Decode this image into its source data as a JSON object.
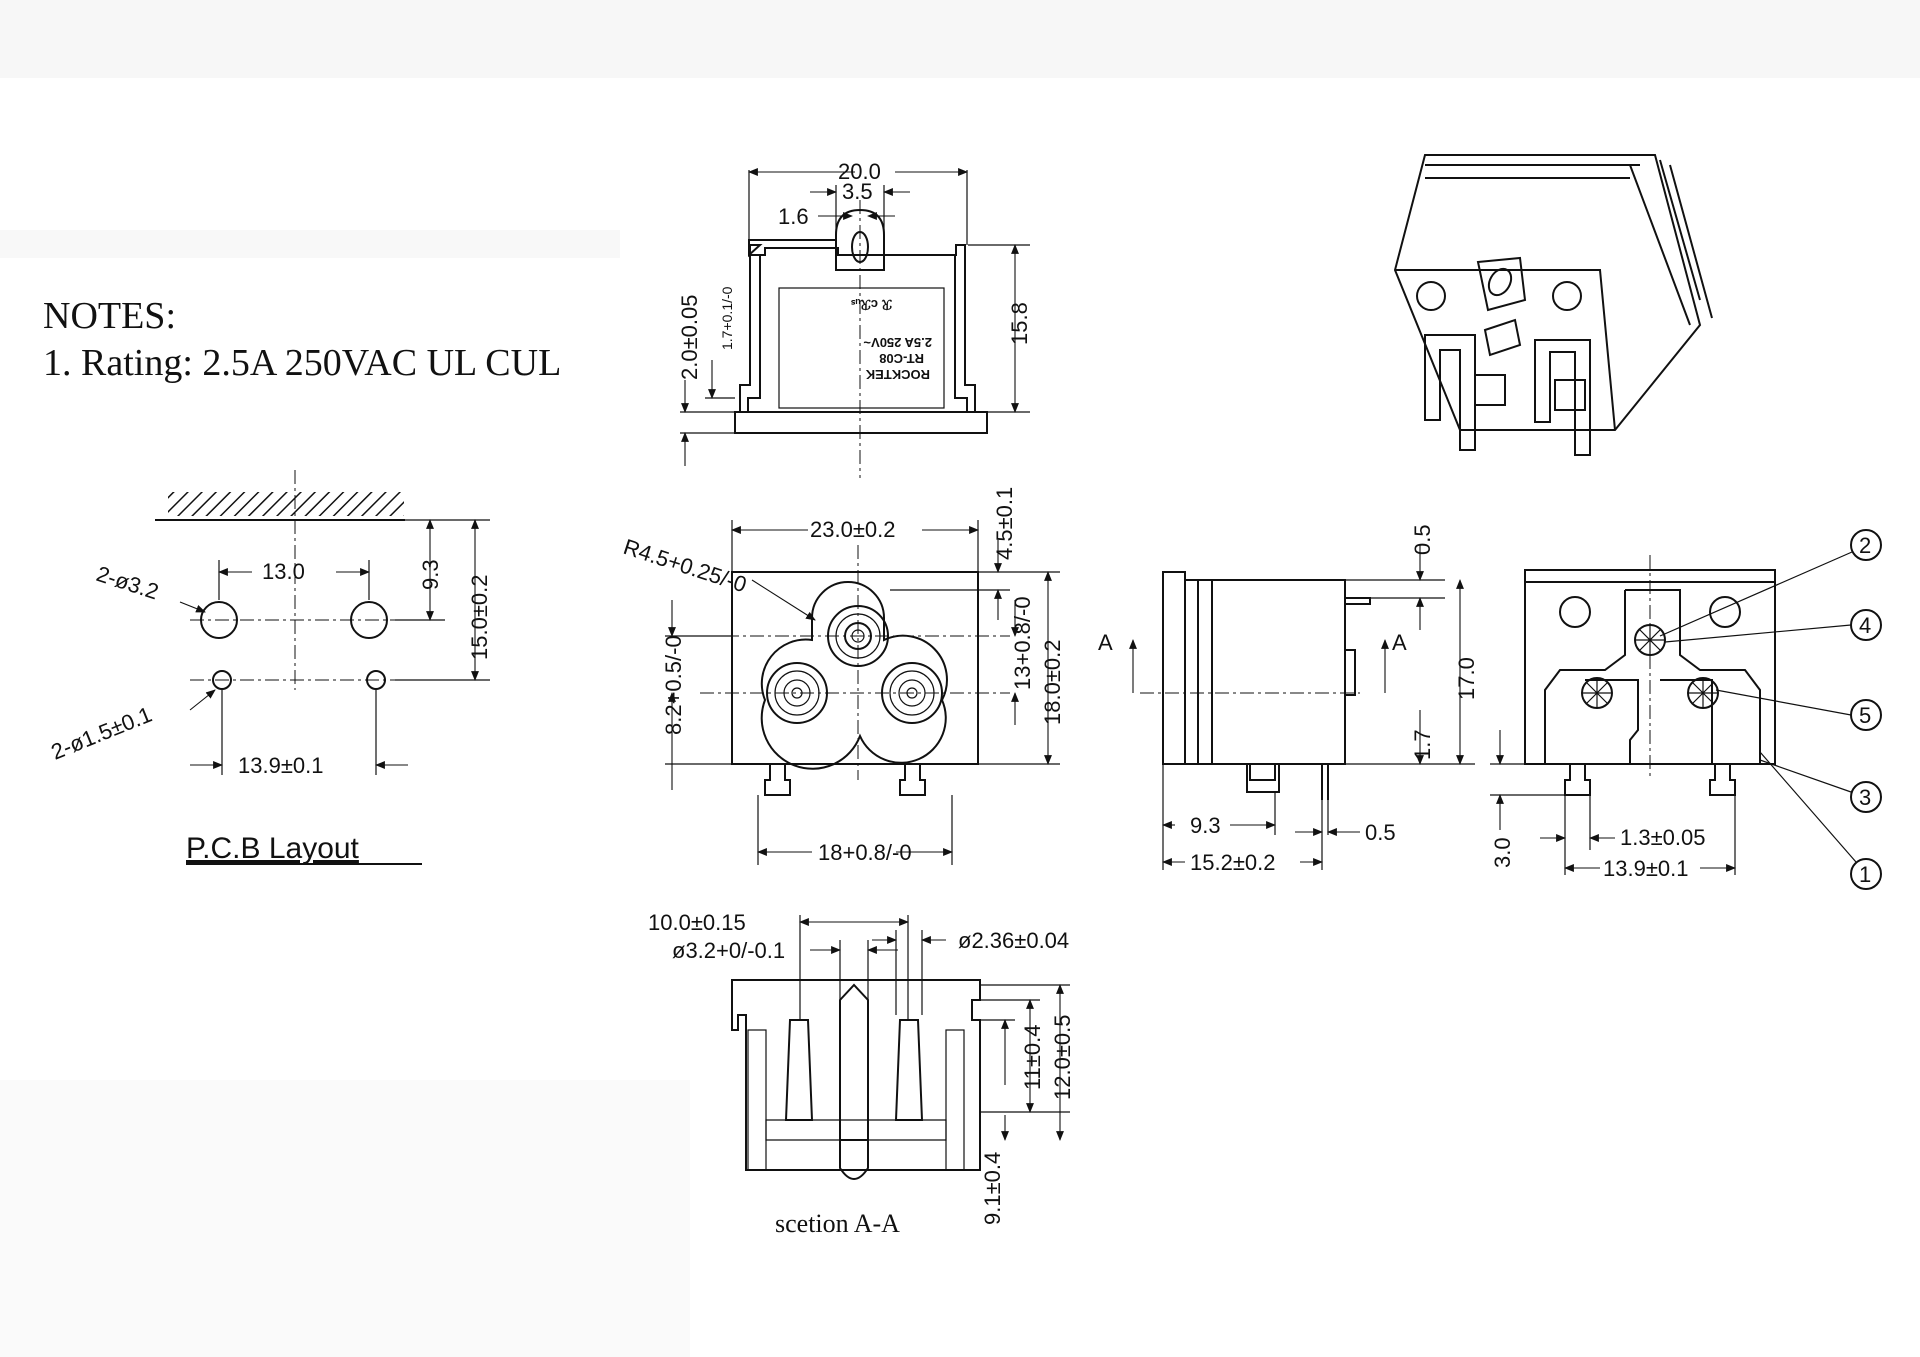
{
  "notes": {
    "heading": "NOTES:",
    "rating_line": "1. Rating:   2.5A  250VAC   UL CUL"
  },
  "pcb_layout": {
    "title": "P.C.B   Layout",
    "dims": {
      "hole_large": "2-ø3.2",
      "hole_spacing": "13.0",
      "hole_small": "2-ø1.5±0.1",
      "small_spacing": "13.9±0.1",
      "offset_short": "9.3",
      "offset_long": "15.0±0.2"
    }
  },
  "top_view": {
    "dims": {
      "width": "20.0",
      "tab": "3.5",
      "slot": "1.6",
      "height": "15.8",
      "flange": "2.0±0.05",
      "lip": "1.7+0.1/-0"
    },
    "marking": [
      "ROCKTEK",
      "RT-C08",
      "2.5A 250V~"
    ]
  },
  "front_view": {
    "dims": {
      "width": "23.0±0.2",
      "radius": "R4.5+0.25/-0",
      "top_offset": "4.5±0.1",
      "left_offset": "8.2+0.5/-0",
      "pin_offset": "13+0.8/-0",
      "height": "18.0±0.2",
      "pin_spacing": "18+0.8/-0"
    }
  },
  "side_view": {
    "dims": {
      "top_gap": "0.5",
      "height": "17.0",
      "pin_height": "1.7",
      "flange_depth": "9.3",
      "pin_thick": "0.5",
      "depth": "15.2±0.2"
    },
    "section_marker": "A"
  },
  "rear_view": {
    "dims": {
      "pin_len": "3.0",
      "pin_width": "1.3±0.05",
      "pin_spacing": "13.9±0.1"
    },
    "callouts": [
      "1",
      "2",
      "3",
      "4",
      "5"
    ]
  },
  "section_view": {
    "caption": "scetion A-A",
    "dims": {
      "spacing": "10.0±0.15",
      "bore": "ø3.2+0/-0.1",
      "pin_dia": "ø2.36±0.04",
      "depth_a": "11±0.4",
      "depth_b": "12.0±0.5",
      "depth_c": "9.1±0.4"
    }
  }
}
